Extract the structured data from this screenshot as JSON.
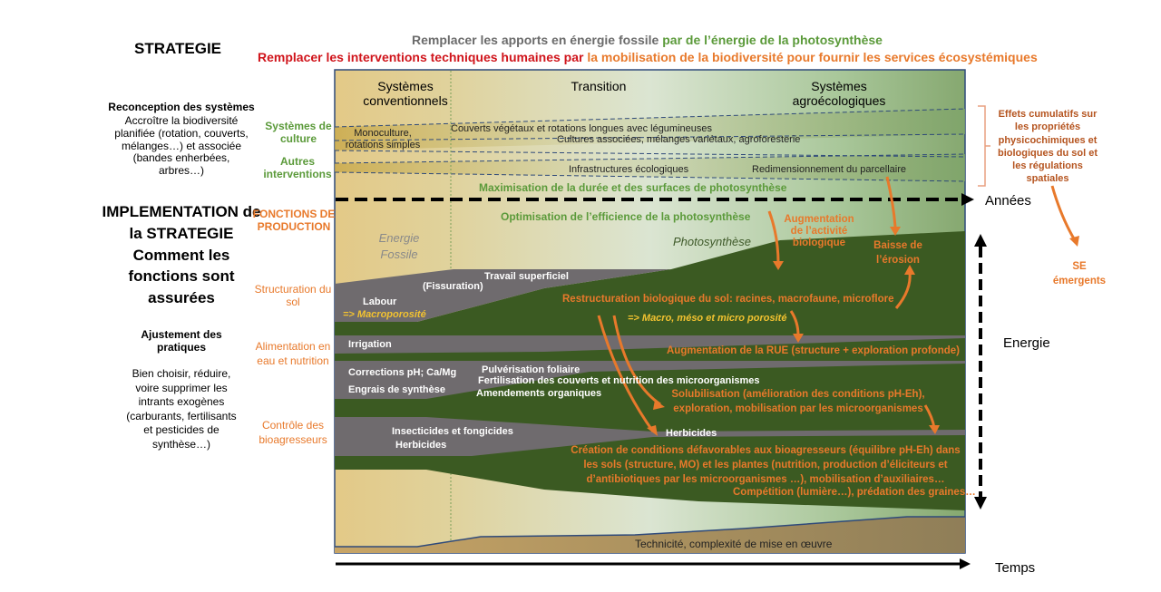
{
  "header": {
    "strategie": "STRATEGIE",
    "line1_grey": "Remplacer les apports en énergie fossile",
    "line1_green": "par de l’énergie de la photosynthèse",
    "line1": "Remplacer les apports en énergie fossile par de l’énergie de la photosynthèse",
    "line2_red": "Remplacer les interventions techniques humaines par",
    "line2_orange": "la mobilisation de la biodiversité pour fournir les services écosystémiques"
  },
  "left": {
    "reconception_title": "Reconception des systèmes",
    "reconception_body": "Accroître la biodiversité planifiée (rotation, couverts, mélanges…) et associée (bandes enherbées, arbres…)",
    "implementation": "IMPLEMENTATION de la STRATEGIE Comment les fonctions sont assurées",
    "ajustement_title": "Ajustement des pratiques",
    "ajustement_body": "Bien choisir, réduire, voire supprimer les intrants exogènes (carburants, fertilisants et pesticides de synthèse…)"
  },
  "row_labels": {
    "systemes_culture": "Systèmes de culture",
    "autres_interventions": "Autres interventions",
    "fonctions_production": "FONCTIONS DE PRODUCTION",
    "structuration_sol": "Structuration du sol",
    "alimentation": "Alimentation en eau et nutrition",
    "controle": "Contrôle des bioagresseurs"
  },
  "columns": {
    "conventionnels": "Systèmes conventionnels",
    "transition": "Transition",
    "agroecologiques": "Systèmes agroécologiques"
  },
  "diagram": {
    "monoculture": "Monoculture, rotations simples",
    "couverts": "Couverts végétaux et rotations longues  avec légumineuses",
    "cultures_associees": "Cultures associées, mélanges variétaux, agroforesterie",
    "infrastructures": "Infrastructures écologiques",
    "redimensionnement": "Redimensionnement du parcellaire",
    "maximisation": "Maximisation de la durée et des surfaces de photosynthèse",
    "optimisation": "Optimisation de l’efficience de la photosynthèse",
    "energie_fossile": "Energie Fossile",
    "photosynthese": "Photosynthèse",
    "augmentation_activite": "Augmentation de l’activité biologique",
    "baisse_erosion": "Baisse de l’érosion",
    "travail_superficiel": "Travail superficiel",
    "fissuration": "(Fissuration)",
    "labour": "Labour",
    "macroporosite": "=> Macroporosité",
    "restructuration": "Restructuration biologique du sol: racines, macrofaune, microflore",
    "porosite": "=> Macro, méso et micro porosité",
    "irrigation": "Irrigation",
    "rue": "Augmentation de la RUE (structure + exploration profonde)",
    "corrections": "Corrections  pH; Ca/Mg",
    "engrais": "Engrais de synthèse",
    "pulverisation": "Pulvérisation foliaire",
    "fertilisation": "Fertilisation des couverts et nutrition des microorganismes",
    "amendements": "Amendements organiques",
    "solubilisation": "Solubilisation (amélioration des conditions pH-Eh), exploration, mobilisation par les microorganismes",
    "insecticides": "Insecticides et fongicides",
    "herbicides_left": "Herbicides",
    "herbicides_right": "Herbicides",
    "creation": "Création de conditions défavorables aux bioagresseurs (équilibre pH-Eh) dans les sols (structure, MO) et les plantes (nutrition, production d’éliciteurs et d’antibiotiques par les microorganismes …), mobilisation d’auxiliaires…",
    "competition": "Compétition (lumière…), prédation des graines…",
    "technicite": "Technicité, complexité de mise en œuvre"
  },
  "right": {
    "effets": "Effets cumulatifs sur les propriétés physicochimiques et biologiques du sol et les régulations spatiales",
    "annees": "Années",
    "energie": "Energie",
    "se_emergents": "SE émergents",
    "temps": "Temps"
  },
  "colors": {
    "orange": "#e8792b",
    "green": "#5b9a3a",
    "dark_green": "#3b5a22",
    "grey": "#6f6b6e",
    "red": "#d0141b"
  }
}
